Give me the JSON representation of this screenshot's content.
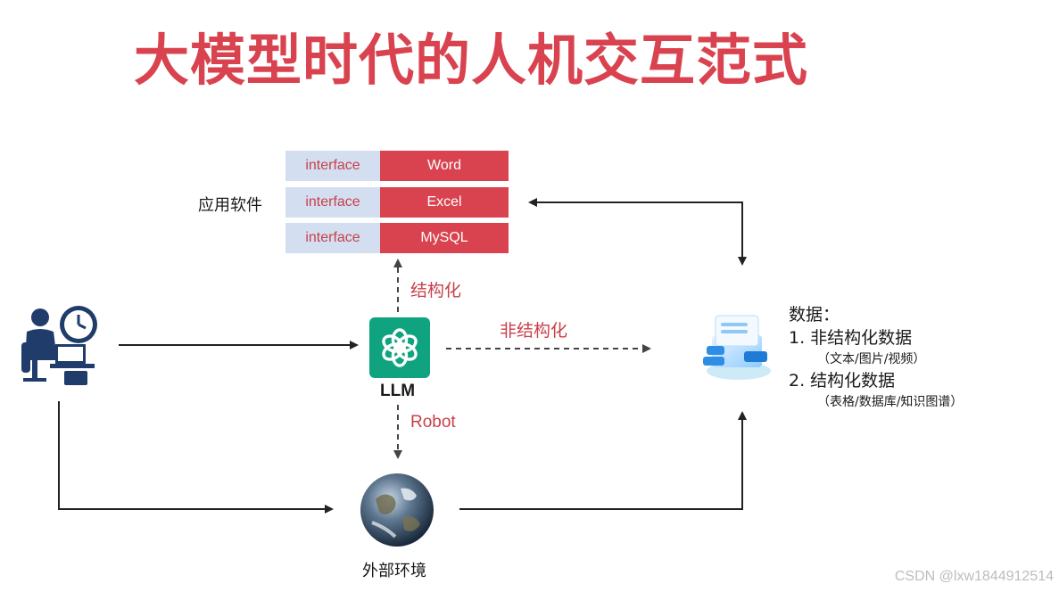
{
  "title": "大模型时代的人机交互范式",
  "software": {
    "label": "应用软件",
    "rows": [
      {
        "interface": "interface",
        "app": "Word"
      },
      {
        "interface": "interface",
        "app": "Excel"
      },
      {
        "interface": "interface",
        "app": "MySQL"
      }
    ]
  },
  "llm": {
    "label": "LLM",
    "icon": "openai-logo-icon",
    "color": "#10a37f"
  },
  "edges": {
    "structured": "结构化",
    "unstructured": "非结构化",
    "robot": "Robot"
  },
  "environment": {
    "label": "外部环境",
    "icon": "earth-globe-icon"
  },
  "user": {
    "icon": "user-at-computer-with-clock-icon"
  },
  "data": {
    "heading": "数据：",
    "item1": "1. 非结构化数据",
    "item1_sub": "（文本/图片/视频）",
    "item2": "2. 结构化数据",
    "item2_sub": "（表格/数据库/知识图谱）",
    "icon": "database-server-icon"
  },
  "watermark": "CSDN @lxw1844912514",
  "colors": {
    "accent_red": "#d9434f",
    "interface_bg": "#d3dff0",
    "llm_green": "#10a37f"
  }
}
